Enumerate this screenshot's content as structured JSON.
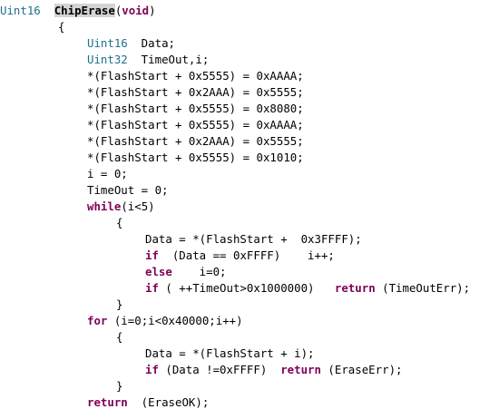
{
  "colors": {
    "background": "#ffffff",
    "type": "#1f6f8b",
    "keyword": "#7f0055",
    "text": "#000000",
    "highlight": "#d4d4d4"
  },
  "code": {
    "lines": [
      {
        "indent": 0,
        "tokens": [
          {
            "k": "type",
            "t": "Uint16"
          },
          {
            "k": "plain",
            "t": "  "
          },
          {
            "k": "fn",
            "t": "ChipErase"
          },
          {
            "k": "plain",
            "t": "("
          },
          {
            "k": "keyword",
            "t": "void"
          },
          {
            "k": "plain",
            "t": ")"
          }
        ]
      },
      {
        "indent": 8,
        "tokens": [
          {
            "k": "plain",
            "t": "{"
          }
        ]
      },
      {
        "indent": 12,
        "tokens": [
          {
            "k": "type",
            "t": "Uint16"
          },
          {
            "k": "plain",
            "t": "  Data;"
          }
        ]
      },
      {
        "indent": 12,
        "tokens": [
          {
            "k": "type",
            "t": "Uint32"
          },
          {
            "k": "plain",
            "t": "  TimeOut,i;"
          }
        ]
      },
      {
        "indent": 12,
        "tokens": [
          {
            "k": "plain",
            "t": "*(FlashStart + 0x5555) = 0xAAAA;"
          }
        ]
      },
      {
        "indent": 12,
        "tokens": [
          {
            "k": "plain",
            "t": "*(FlashStart + 0x2AAA) = 0x5555;"
          }
        ]
      },
      {
        "indent": 12,
        "tokens": [
          {
            "k": "plain",
            "t": "*(FlashStart + 0x5555) = 0x8080;"
          }
        ]
      },
      {
        "indent": 12,
        "tokens": [
          {
            "k": "plain",
            "t": "*(FlashStart + 0x5555) = 0xAAAA;"
          }
        ]
      },
      {
        "indent": 12,
        "tokens": [
          {
            "k": "plain",
            "t": "*(FlashStart + 0x2AAA) = 0x5555;"
          }
        ]
      },
      {
        "indent": 12,
        "tokens": [
          {
            "k": "plain",
            "t": "*(FlashStart + 0x5555) = 0x1010;"
          }
        ]
      },
      {
        "indent": 12,
        "tokens": [
          {
            "k": "plain",
            "t": "i = 0;"
          }
        ]
      },
      {
        "indent": 12,
        "tokens": [
          {
            "k": "plain",
            "t": "TimeOut = 0;"
          }
        ]
      },
      {
        "indent": 12,
        "tokens": [
          {
            "k": "keyword",
            "t": "while"
          },
          {
            "k": "plain",
            "t": "(i<5)"
          }
        ]
      },
      {
        "indent": 16,
        "tokens": [
          {
            "k": "plain",
            "t": "{"
          }
        ]
      },
      {
        "indent": 20,
        "tokens": [
          {
            "k": "plain",
            "t": "Data = *(FlashStart +  0x3FFFF);"
          }
        ]
      },
      {
        "indent": 20,
        "tokens": [
          {
            "k": "keyword",
            "t": "if"
          },
          {
            "k": "plain",
            "t": "  (Data == 0xFFFF)    i++;"
          }
        ]
      },
      {
        "indent": 20,
        "tokens": [
          {
            "k": "keyword",
            "t": "else"
          },
          {
            "k": "plain",
            "t": "    i=0;"
          }
        ]
      },
      {
        "indent": 20,
        "tokens": [
          {
            "k": "keyword",
            "t": "if"
          },
          {
            "k": "plain",
            "t": " ( ++TimeOut>0x1000000)   "
          },
          {
            "k": "keyword",
            "t": "return"
          },
          {
            "k": "plain",
            "t": " (TimeOutErr);"
          }
        ]
      },
      {
        "indent": 16,
        "tokens": [
          {
            "k": "plain",
            "t": "}"
          }
        ]
      },
      {
        "indent": 12,
        "tokens": [
          {
            "k": "keyword",
            "t": "for"
          },
          {
            "k": "plain",
            "t": " (i=0;i<0x40000;i++)"
          }
        ]
      },
      {
        "indent": 16,
        "tokens": [
          {
            "k": "plain",
            "t": "{"
          }
        ]
      },
      {
        "indent": 20,
        "tokens": [
          {
            "k": "plain",
            "t": "Data = *(FlashStart + i);"
          }
        ]
      },
      {
        "indent": 20,
        "tokens": [
          {
            "k": "keyword",
            "t": "if"
          },
          {
            "k": "plain",
            "t": " (Data !=0xFFFF)  "
          },
          {
            "k": "keyword",
            "t": "return"
          },
          {
            "k": "plain",
            "t": " (EraseErr);"
          }
        ]
      },
      {
        "indent": 16,
        "tokens": [
          {
            "k": "plain",
            "t": "}"
          }
        ]
      },
      {
        "indent": 12,
        "tokens": [
          {
            "k": "keyword",
            "t": "return"
          },
          {
            "k": "plain",
            "t": "  (EraseOK);"
          }
        ]
      }
    ]
  }
}
